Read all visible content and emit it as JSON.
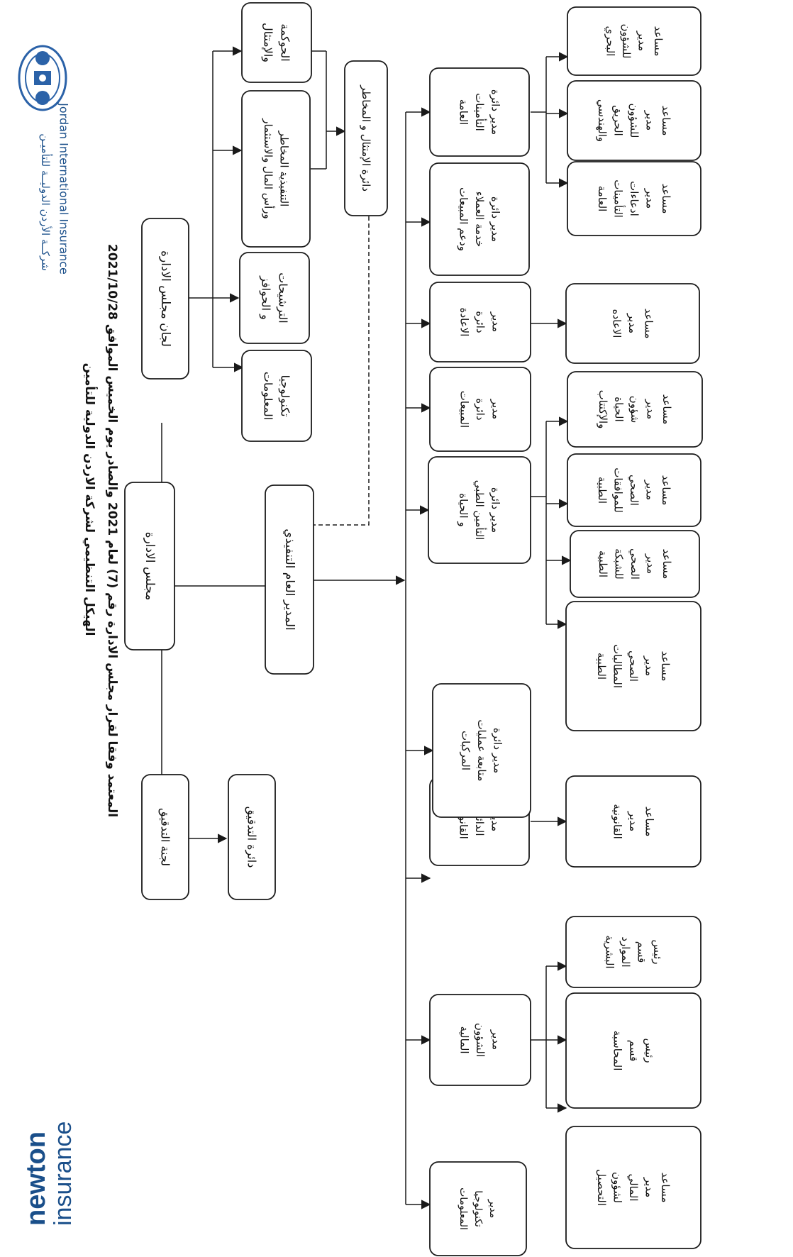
{
  "brand": {
    "left_logo_line1": "newton",
    "left_logo_tm": "™",
    "left_logo_line2": "insurance",
    "company_ar": "شركــة الأردن الدوليــة للتأميـن",
    "company_en": "Jordan International Insurance"
  },
  "header": {
    "title": "الهيكل التنظيمي لشركة الاردن الدولية للتأمين",
    "subtitle": "المعتمد وفقا لقرار مجلس الادارة رقم (7) لعام 2021 والصادر يوم الخميس  الموافق 2021/10/28"
  },
  "colors": {
    "box_border": "#1a1a1a",
    "line": "#1a1a1a",
    "brand_blue": "#1a4f8a",
    "seal_blue": "#2b62a8"
  },
  "nodes": {
    "board": [
      "مجلس الادارة"
    ],
    "board_committees": [
      "لجان مجلس الادارة"
    ],
    "audit_committee": [
      "لجنة التدقيق"
    ],
    "audit_dept": [
      "دائرة التدقيق"
    ],
    "ceo": [
      "المدير العام التنفيذي"
    ],
    "compliance_dept": [
      "دائرة الإمتثال و المخاطر"
    ],
    "c_it": [
      "تكنولوجيا",
      "المعلومات"
    ],
    "c_nominations": [
      "الترشيحات",
      "و الحوافز"
    ],
    "c_risk": [
      "التنفيذية  المخاطر",
      "ورأس المال والاستثمار"
    ],
    "c_governance": [
      "الحوكمة",
      "والإمتثال"
    ],
    "m_it": [
      "مدير",
      "تكنولوجيا",
      "المعلومات"
    ],
    "m_finance": [
      "مدير",
      "الشؤون",
      "المالية"
    ],
    "m_legal": [
      "مدير",
      "الدائرة",
      "القانونية"
    ],
    "m_motor": [
      "مدير  دائرة",
      "متابعة عمليات",
      "المركبات"
    ],
    "m_medical": [
      "مدير  دائرة",
      "التأمين الطبي",
      "و الحياة"
    ],
    "m_sales": [
      "مدير",
      "دائرة",
      "المبيعات"
    ],
    "m_reins": [
      "مدير",
      "دائرة",
      "الاعادة"
    ],
    "m_customer": [
      "مدير  دائرة",
      "خدمة العملاء",
      "ودعم المبيعات"
    ],
    "m_general": [
      "مدير  دائرة",
      "التأمينات",
      "العامة"
    ],
    "s_collection": [
      "مساعد",
      "مدير",
      "المالي",
      "لشؤون",
      "التحصيل"
    ],
    "s_accounting": [
      "رئيس",
      "قسم",
      "المحاسبة"
    ],
    "s_hr": [
      "رئيس",
      "قسم",
      "الموارد",
      "البشرية"
    ],
    "s_legal": [
      "مساعد",
      "مدير",
      "القانونية"
    ],
    "s_med_claims": [
      "مساعد",
      "مدير",
      "الصحي",
      "المطالبات",
      "الطبية"
    ],
    "s_med_network": [
      "مساعد",
      "مدير",
      "الصحي",
      "للشبكة",
      "الطبية"
    ],
    "s_med_approvals": [
      "مساعد",
      "مدير",
      "الصحي",
      "للموافقات",
      "الطبية"
    ],
    "s_life": [
      "مساعد",
      "مدير",
      "شؤون",
      "الحياة",
      "والإكتتاب"
    ],
    "s_reins": [
      "مساعد",
      "مدير",
      "الاعاده"
    ],
    "s_gen_claims": [
      "مساعد",
      "مدير",
      "ادعاءات",
      "التأمينات",
      "العامة"
    ],
    "s_fire": [
      "مساعد",
      "مدير",
      "للشؤون",
      "الحريق",
      "والهندسي"
    ],
    "s_marine": [
      "مساعد",
      "مدير",
      "للشؤون",
      "البحري"
    ]
  }
}
